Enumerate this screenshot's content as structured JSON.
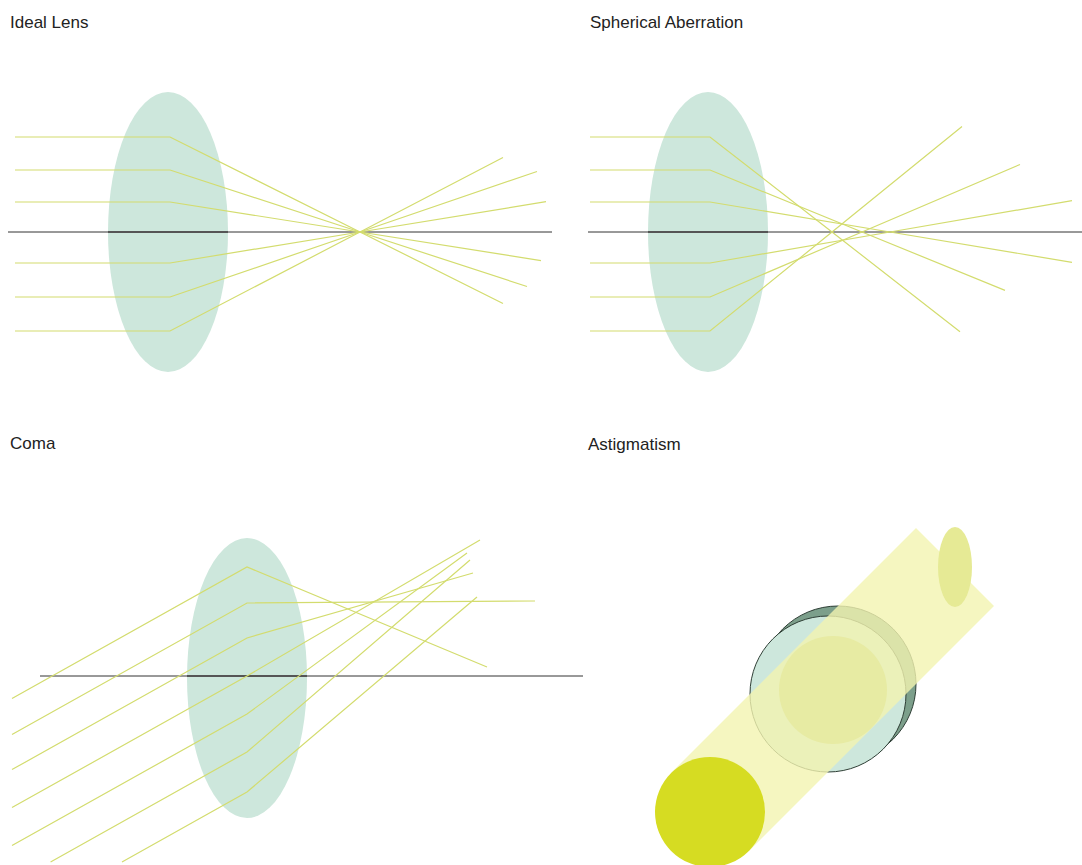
{
  "diagram": {
    "labels": [
      "Ideal Lens",
      "Spherical Aberration",
      "Coma",
      "Astigmatism"
    ]
  }
}
